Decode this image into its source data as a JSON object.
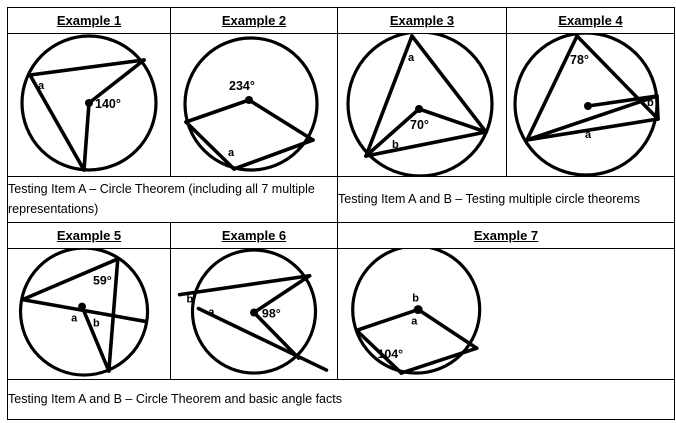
{
  "document": {
    "type": "worksheet-table",
    "title_row_1": [
      "Example 1",
      "Example 2",
      "Example 3",
      "Example 4"
    ],
    "title_row_2": [
      "Example 5",
      "Example 6",
      "Example 7"
    ]
  },
  "headers": {
    "example1": "Example 1",
    "example2": "Example 2",
    "example3": "Example 3",
    "example4": "Example 4",
    "example5": "Example 5",
    "example6": "Example 6",
    "example7": "Example 7"
  },
  "descriptions": {
    "row1_left": "Testing Item A – Circle Theorem (including all 7 multiple representations)",
    "row1_right": "Testing Item A and B – Testing multiple circle theorems",
    "row2": "Testing Item A and B – Circle Theorem and basic angle facts"
  },
  "figures": {
    "example1": {
      "labels": {
        "angle": "140°",
        "letter_a": "a"
      },
      "shape": "circle with central angle and inscribed angle",
      "has_centre_dot": true
    },
    "example2": {
      "labels": {
        "angle": "234°",
        "letter_a": "a"
      },
      "shape": "circle with reflex central angle and inscribed angle",
      "has_centre_dot": true
    },
    "example3": {
      "labels": {
        "angle": "70°",
        "letter_a": "a",
        "letter_b": "b"
      },
      "shape": "circle with central angle and two inscribed angles",
      "has_centre_dot": true
    },
    "example4": {
      "labels": {
        "angle": "78°",
        "letter_a": "a",
        "letter_b": "b"
      },
      "shape": "circle with inscribed angles and radius",
      "has_centre_dot": true
    },
    "example5": {
      "labels": {
        "angle": "59°",
        "letter_a": "a",
        "letter_b": "b"
      },
      "shape": "circle with intersecting chords at centre",
      "has_centre_dot": true
    },
    "example6": {
      "labels": {
        "angle": "98°",
        "letter_a": "a",
        "letter_b": "b"
      },
      "shape": "circle with central angle and chords extended beyond circle",
      "has_centre_dot": true
    },
    "example7": {
      "labels": {
        "angle": "104°",
        "letter_a": "a",
        "letter_b": "b"
      },
      "shape": "cyclic quadrilateral with central angle",
      "has_centre_dot": true
    }
  },
  "colors": {
    "ink": "#000000",
    "paper": "#ffffff",
    "border": "#000000"
  }
}
